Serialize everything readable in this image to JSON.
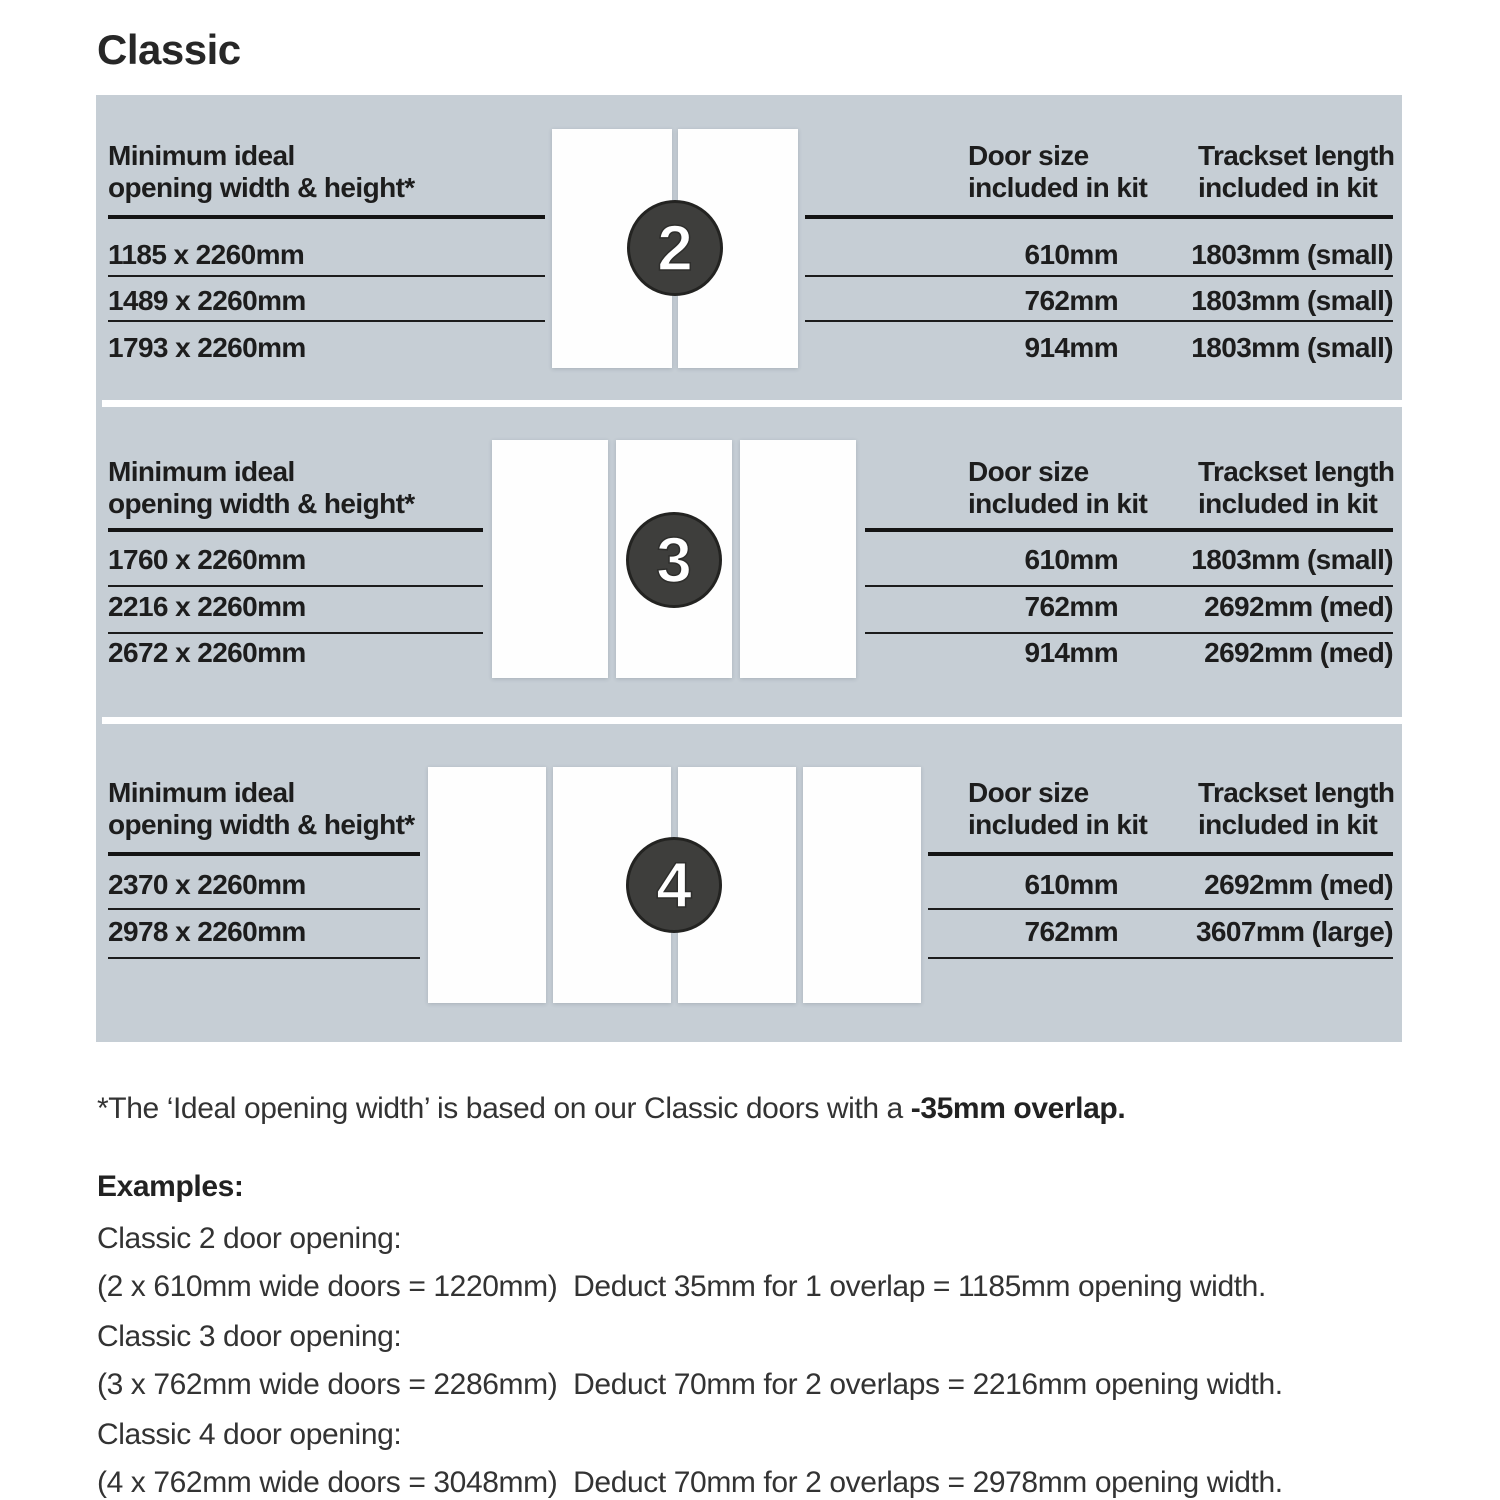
{
  "title": "Classic",
  "colors": {
    "panel_background": "#c6ced5",
    "door_fill": "#fefefe",
    "badge_fill": "#3e3e3c",
    "rule_line": "#141414",
    "text": "#1d1d1d"
  },
  "sections": [
    {
      "badge": "2",
      "left_header_line1": "Minimum ideal",
      "left_header_line2": "opening width & height*",
      "door_header_line1": "Door size",
      "door_header_line2": "included in kit",
      "track_header_line1": "Trackset length",
      "track_header_line2": "included in kit",
      "rows": [
        {
          "opening": "1185 x 2260mm",
          "door_size": "610mm",
          "trackset": "1803mm (small)"
        },
        {
          "opening": "1489 x 2260mm",
          "door_size": "762mm",
          "trackset": "1803mm (small)"
        },
        {
          "opening": "1793 x 2260mm",
          "door_size": "914mm",
          "trackset": "1803mm (small)"
        }
      ]
    },
    {
      "badge": "3",
      "left_header_line1": "Minimum ideal",
      "left_header_line2": "opening width & height*",
      "door_header_line1": "Door size",
      "door_header_line2": "included in kit",
      "track_header_line1": "Trackset length",
      "track_header_line2": "included in kit",
      "rows": [
        {
          "opening": "1760 x 2260mm",
          "door_size": "610mm",
          "trackset": "1803mm (small)"
        },
        {
          "opening": "2216 x 2260mm",
          "door_size": "762mm",
          "trackset": "2692mm (med)"
        },
        {
          "opening": "2672 x 2260mm",
          "door_size": "914mm",
          "trackset": "2692mm (med)"
        }
      ]
    },
    {
      "badge": "4",
      "left_header_line1": "Minimum ideal",
      "left_header_line2": "opening width & height*",
      "door_header_line1": "Door size",
      "door_header_line2": "included in kit",
      "track_header_line1": "Trackset length",
      "track_header_line2": "included in kit",
      "rows": [
        {
          "opening": "2370 x 2260mm",
          "door_size": "610mm",
          "trackset": "2692mm (med)"
        },
        {
          "opening": "2978 x 2260mm",
          "door_size": "762mm",
          "trackset": "3607mm (large)"
        }
      ]
    }
  ],
  "footnote": {
    "prefix": "*The ‘Ideal opening width’ is based on our Classic doors with a ",
    "bold": "-35mm overlap."
  },
  "examples": {
    "heading": "Examples:",
    "items": [
      {
        "label": "Classic 2 door opening:",
        "detail": "(2 x 610mm wide doors = 1220mm)  Deduct 35mm for 1 overlap = 1185mm opening width."
      },
      {
        "label": "Classic 3 door opening:",
        "detail": "(3 x 762mm wide doors = 2286mm)  Deduct 70mm for 2 overlaps = 2216mm opening width."
      },
      {
        "label": "Classic 4 door opening:",
        "detail": "(4 x 762mm wide doors = 3048mm)  Deduct 70mm for 2 overlaps = 2978mm opening width."
      }
    ]
  }
}
